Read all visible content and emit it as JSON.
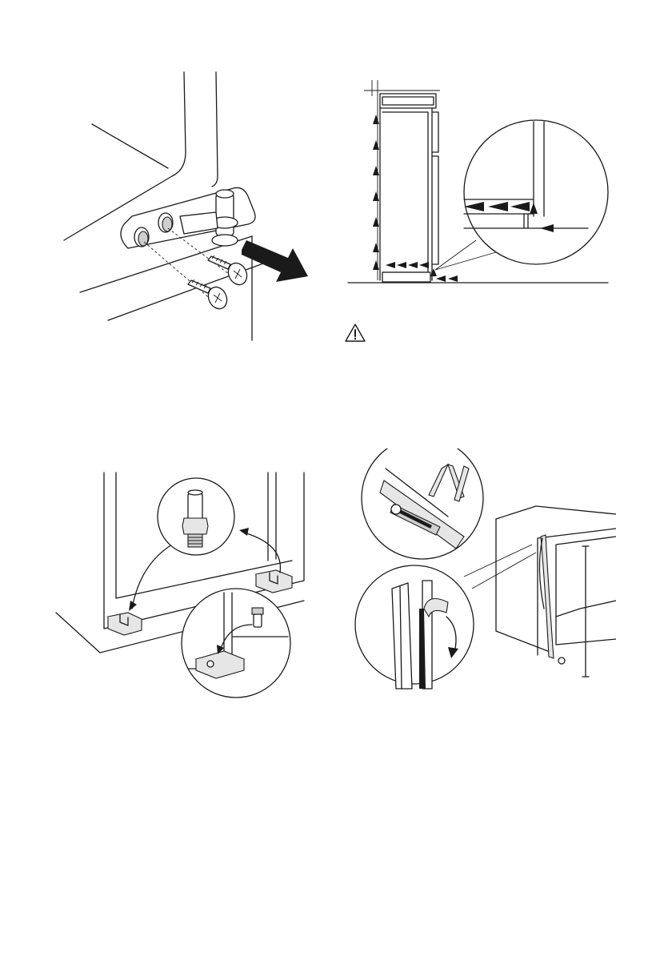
{
  "figures": [
    {
      "id": "hinge-screws"
    },
    {
      "id": "ventilation-airflow"
    },
    {
      "id": "door-stop-brackets"
    },
    {
      "id": "seal-strip-trim"
    }
  ],
  "icons": {
    "warning": "warning-icon",
    "removal_arrow": "arrow-icon",
    "airflow_arrows": "airflow-arrow-icon",
    "rotate_arrow": "rotate-arrow-icon"
  },
  "colors": {
    "line": "#1a1a1a",
    "fill_light": "#e6e6e6",
    "fill_mid": "#cfcfcf",
    "background": "#ffffff"
  }
}
